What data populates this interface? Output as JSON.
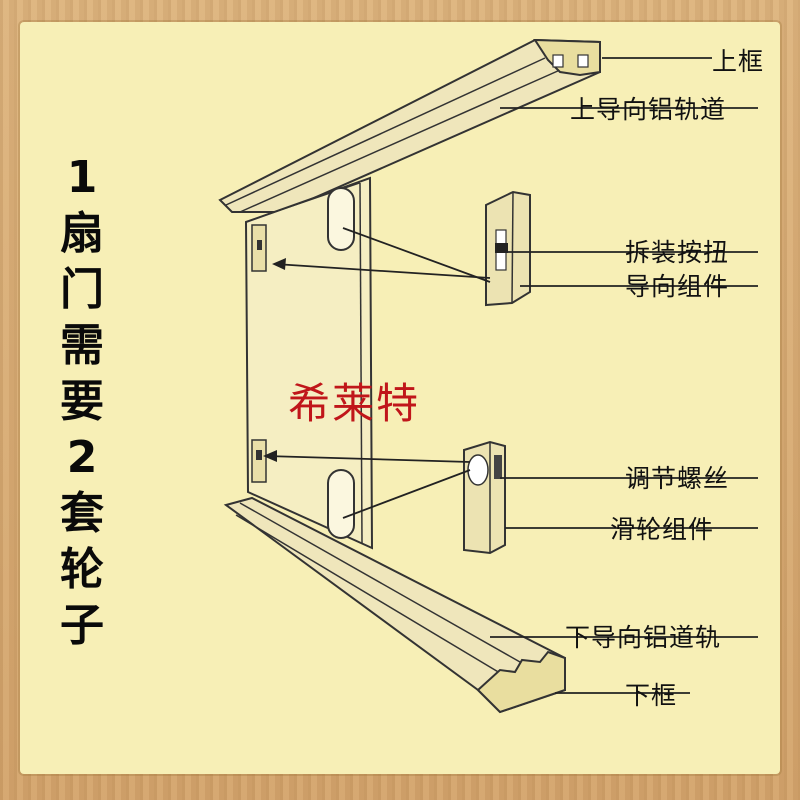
{
  "vertical_text": [
    "1",
    "扇",
    "门",
    "需",
    "要",
    "2",
    "套",
    "轮",
    "子"
  ],
  "watermark": "希莱特",
  "labels": {
    "top_frame": "上框",
    "upper_track": "上导向铝轨道",
    "release_knob": "拆装按扭",
    "guide_assembly": "导向组件",
    "adjust_screw": "调节螺丝",
    "roller_assembly": "滑轮组件",
    "lower_track": "下导向铝道轨",
    "bottom_frame": "下框"
  }
}
